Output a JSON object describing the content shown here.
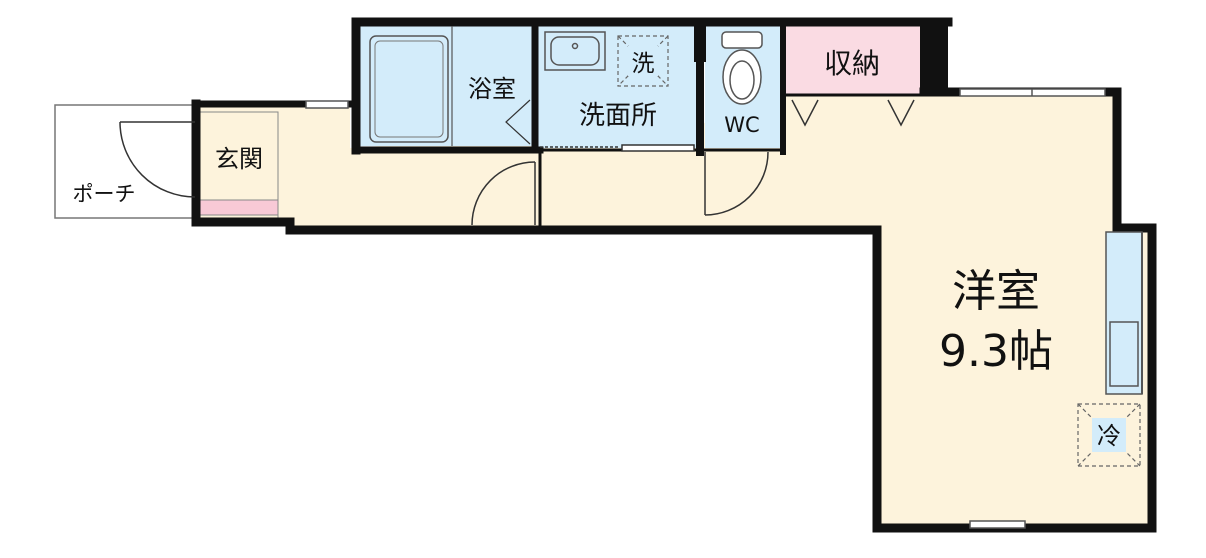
{
  "labels": {
    "porch": "ポーチ",
    "entrance": "玄関",
    "bathroom": "浴室",
    "washroom": "洗面所",
    "washer": "洗",
    "wc": "WC",
    "storage": "収納",
    "western_room": "洋室",
    "room_size": "9.3帖",
    "fridge": "冷"
  },
  "colors": {
    "floor": "#fdf3dc",
    "wet_area": "#d3ecfa",
    "storage": "#fadbe3",
    "wall": "#111111",
    "entrance_mat": "#f8c9d6",
    "kitchen": "#d3ecfa"
  }
}
